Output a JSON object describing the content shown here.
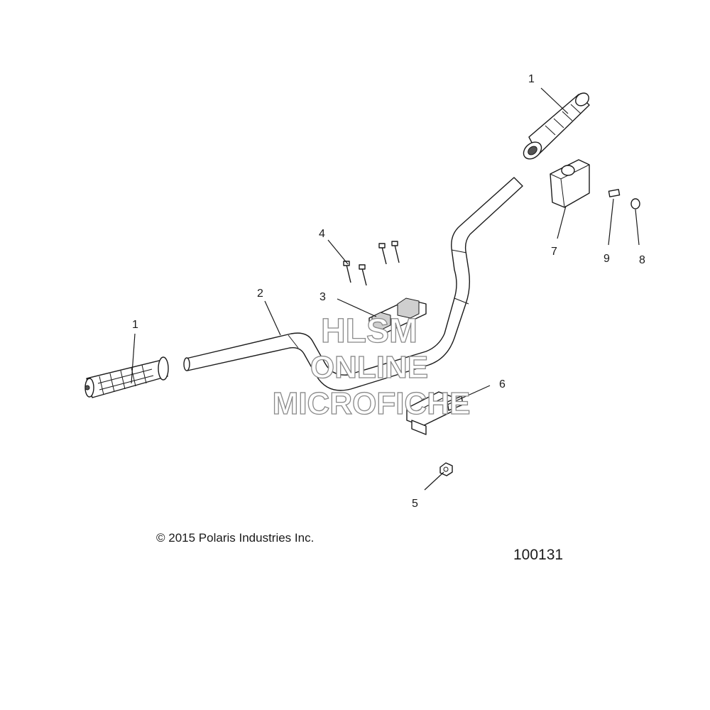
{
  "callouts": {
    "grip_right": "1",
    "grip_left": "1",
    "handlebar": "2",
    "clamp": "3",
    "bolts": "4",
    "nut": "5",
    "mount": "6",
    "bar_pad": "7",
    "plug": "8",
    "pin": "9"
  },
  "watermark": {
    "line1": "HLSM",
    "line2": "ONLINE",
    "line3": "MICROFICHE"
  },
  "footer": {
    "copyright": "© 2015 Polaris Industries Inc.",
    "figure_number": "100131"
  }
}
